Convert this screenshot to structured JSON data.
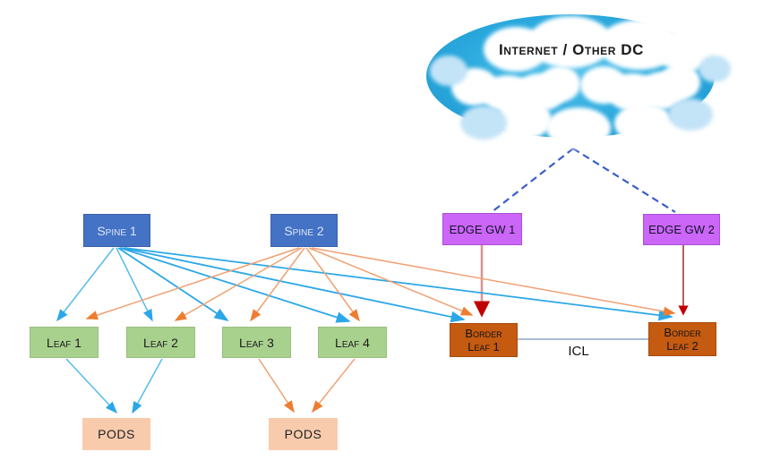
{
  "cloud": {
    "label": "Internet / Other DC"
  },
  "nodes": {
    "spine1": {
      "label": "Spine 1"
    },
    "spine2": {
      "label": "Spine 2"
    },
    "edge_gw1": {
      "label": "EDGE GW 1"
    },
    "edge_gw2": {
      "label": "EDGE GW 2"
    },
    "leaf1": {
      "label": "Leaf 1"
    },
    "leaf2": {
      "label": "Leaf 2"
    },
    "leaf3": {
      "label": "Leaf 3"
    },
    "leaf4": {
      "label": "Leaf 4"
    },
    "border_leaf1": {
      "label": "Border\nLeaf 1"
    },
    "border_leaf2": {
      "label": "Border\nLeaf 2"
    },
    "pods1": {
      "label": "PODS"
    },
    "pods2": {
      "label": "PODS"
    }
  },
  "labels": {
    "icl": "ICL"
  },
  "colors": {
    "spine_box": "#4472C4",
    "spine_text": "#D9E6F8",
    "leaf_box": "#A9D18E",
    "edge_gw_box": "#CB66F8",
    "border_leaf_box": "#C55A11",
    "pods_box": "#F8CBAD",
    "cloud_fill": "#2AA9DE",
    "spine1_link": "#2BA7E8",
    "spine2_link": "#F0A173",
    "spine2_arrowhead": "#ED7D31",
    "cloud_dashed_link": "#3A5EC8",
    "edge_gw1_link": "#D99694",
    "edge_gw2_link": "#9E3B3B",
    "gw_arrowhead": "#C00000",
    "icl_line": "#A9BCD6"
  },
  "edges": [
    {
      "from": "cloud",
      "to": "edge_gw1",
      "style": "dashed-blue"
    },
    {
      "from": "cloud",
      "to": "edge_gw2",
      "style": "dashed-blue"
    },
    {
      "from": "edge_gw1",
      "to": "border_leaf1",
      "style": "red-arrow"
    },
    {
      "from": "edge_gw2",
      "to": "border_leaf2",
      "style": "red-arrow"
    },
    {
      "from": "spine1",
      "to": "leaf1",
      "style": "blue-arrow"
    },
    {
      "from": "spine1",
      "to": "leaf2",
      "style": "blue-arrow"
    },
    {
      "from": "spine1",
      "to": "leaf3",
      "style": "blue-arrow"
    },
    {
      "from": "spine1",
      "to": "leaf4",
      "style": "blue-arrow"
    },
    {
      "from": "spine1",
      "to": "border_leaf1",
      "style": "blue-arrow"
    },
    {
      "from": "spine1",
      "to": "border_leaf2",
      "style": "blue-arrow"
    },
    {
      "from": "spine2",
      "to": "leaf1",
      "style": "orange-arrow"
    },
    {
      "from": "spine2",
      "to": "leaf2",
      "style": "orange-arrow"
    },
    {
      "from": "spine2",
      "to": "leaf3",
      "style": "orange-arrow"
    },
    {
      "from": "spine2",
      "to": "leaf4",
      "style": "orange-arrow"
    },
    {
      "from": "spine2",
      "to": "border_leaf1",
      "style": "orange-arrow"
    },
    {
      "from": "spine2",
      "to": "border_leaf2",
      "style": "orange-arrow"
    },
    {
      "from": "leaf1",
      "to": "pods1",
      "style": "blue-arrow"
    },
    {
      "from": "leaf2",
      "to": "pods1",
      "style": "blue-arrow"
    },
    {
      "from": "leaf3",
      "to": "pods2",
      "style": "orange-arrow"
    },
    {
      "from": "leaf4",
      "to": "pods2",
      "style": "orange-arrow"
    },
    {
      "from": "border_leaf1",
      "to": "border_leaf2",
      "style": "icl-plain",
      "label": "ICL"
    }
  ]
}
